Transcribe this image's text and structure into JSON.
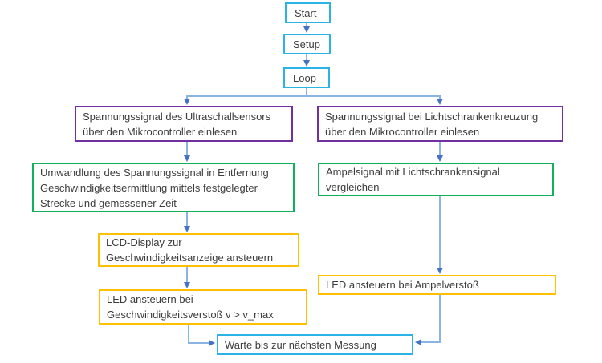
{
  "diagram": {
    "language": "de",
    "nodes": {
      "start": {
        "lines": [
          "Start"
        ]
      },
      "setup": {
        "lines": [
          "Setup"
        ]
      },
      "loop": {
        "lines": [
          "Loop"
        ]
      },
      "read_ultrasonic": {
        "lines": [
          "Spannungssignal des Ultraschallsensors",
          "über den Mikrocontroller einlesen"
        ]
      },
      "read_lightbarrier": {
        "lines": [
          "Spannungssignal bei Lichtschrankenkreuzung",
          "über den Mikrocontroller einlesen"
        ]
      },
      "convert_speed": {
        "lines": [
          "Umwandlung des Spannungssignal in Entfernung",
          "Geschwindigkeitsermittlung mittels festgelegter",
          "Strecke und gemessener Zeit"
        ]
      },
      "compare_ampel": {
        "lines": [
          "Ampelsignal mit Lichtschrankensignal",
          "vergleichen"
        ]
      },
      "lcd_display": {
        "lines": [
          "LCD-Display zur",
          "Geschwindigkeitsanzeige ansteuern"
        ]
      },
      "led_speed": {
        "lines": [
          "LED ansteuern bei",
          "Geschwindigkeitsverstoß v > v_max"
        ]
      },
      "led_ampel": {
        "lines": [
          "LED ansteuern bei Ampelverstoß"
        ]
      },
      "wait": {
        "lines": [
          "Warte bis zur nächsten Messung"
        ]
      }
    },
    "colors": {
      "flow_border": "#2bb3e8",
      "input_border": "#7030a0",
      "process_border": "#10b05c",
      "output_border": "#ffc000",
      "connector_line": "#8ab5e3",
      "connector_arrow": "#4472c4",
      "text": "#3c3c3c",
      "background": "#ffffff"
    }
  }
}
